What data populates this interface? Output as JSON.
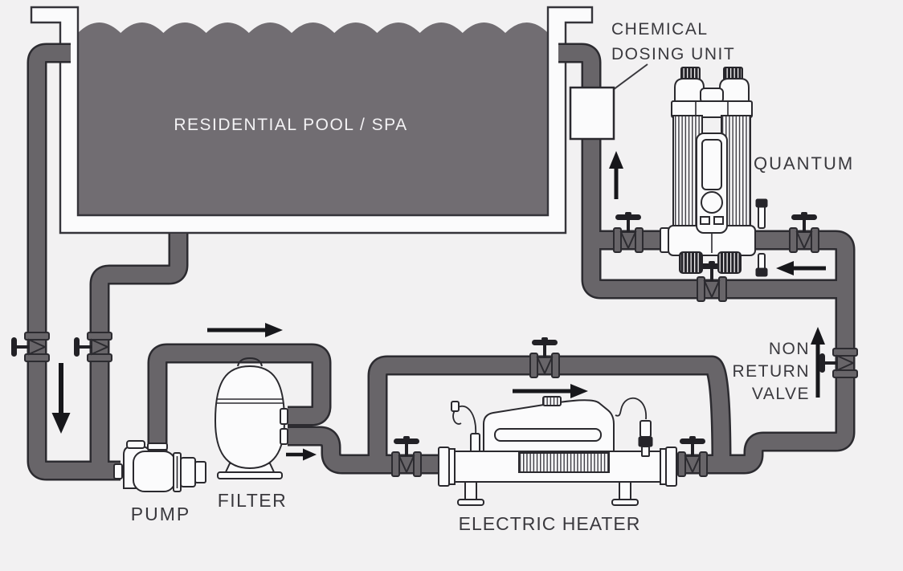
{
  "labels": {
    "pool": "RESIDENTIAL POOL / SPA",
    "chemical_dosing": [
      "CHEMICAL",
      "DOSING UNIT"
    ],
    "quantum": "QUANTUM",
    "non_return_valve": [
      "NON",
      "RETURN",
      "VALVE"
    ],
    "pump": "PUMP",
    "filter": "FILTER",
    "electric_heater": "ELECTRIC HEATER"
  },
  "flow_arrows": [
    {
      "name": "pool-suction",
      "direction": "down"
    },
    {
      "name": "pump-to-filter",
      "direction": "right"
    },
    {
      "name": "filter-outlet",
      "direction": "right"
    },
    {
      "name": "heater-line",
      "direction": "right"
    },
    {
      "name": "return-to-pool",
      "direction": "up"
    },
    {
      "name": "into-quantum",
      "direction": "left"
    },
    {
      "name": "non-return-flow",
      "direction": "up"
    }
  ],
  "valve_count": 9,
  "icons": {
    "flow_arrow": "solid-triangle-arrow",
    "valve": "gate-valve-bowtie-with-handle",
    "non_return_valve": "inline-check-valve"
  },
  "colors": {
    "background": "#f2f1f2",
    "pipe": "#686569",
    "pipe_outline": "#2c2b30",
    "water": "#716d72",
    "equipment_fill": "#fbfbfc",
    "equipment_outline": "#2a292e",
    "text": "#3a393e",
    "pool_text": "#f4f3f5",
    "arrow": "#17171b"
  }
}
